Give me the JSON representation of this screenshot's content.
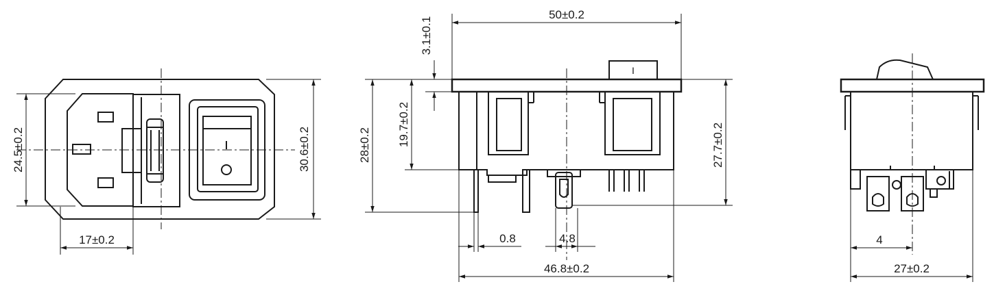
{
  "views": {
    "front": {
      "dim_width_inlet": "17±0.2",
      "dim_height_inlet": "24.5±0.2",
      "dim_height_total": "30.6±0.2"
    },
    "side": {
      "dim_overall_width": "50±0.2",
      "dim_flange_thickness": "3.1±0.1",
      "dim_body_height": "19.7±0.2",
      "dim_total_height": "28±0.2",
      "dim_right_height": "27.7±0.2",
      "dim_pin_thickness": "0.8",
      "dim_pin_width": "4.8",
      "dim_body_width": "46.8±0.2",
      "switch_mark": "I"
    },
    "end": {
      "dim_pin_offset": "4",
      "dim_depth": "27±0.2"
    }
  },
  "colors": {
    "line": "#1a1a1a",
    "background": "#ffffff"
  }
}
